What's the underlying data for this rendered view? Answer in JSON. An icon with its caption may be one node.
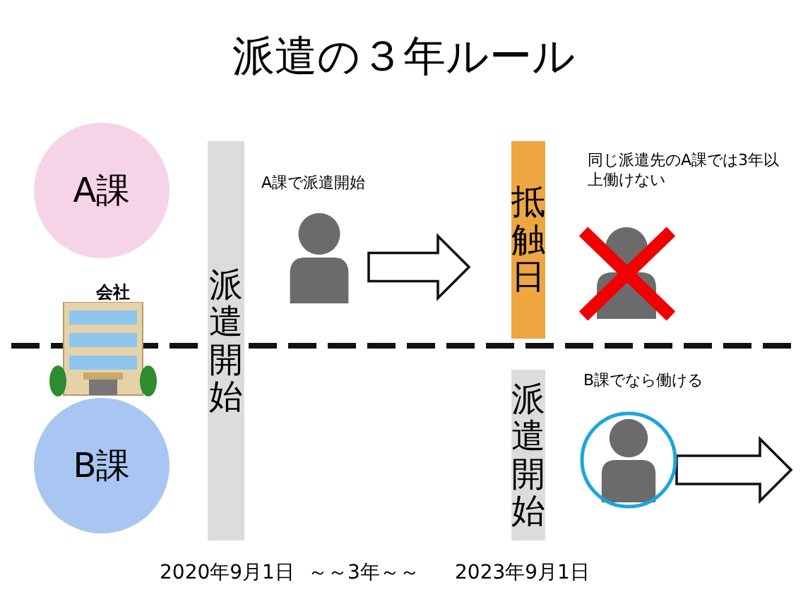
{
  "diagram": {
    "title": "派遣の３年ルール",
    "nodes": [
      {
        "text": [
          "A課"
        ]
      },
      {
        "text": [
          "B課"
        ]
      },
      {
        "text": [
          "派遣開始"
        ]
      },
      {
        "text": [],
        "shape": "person",
        "beside": [
          "A課で派遣開始"
        ]
      },
      {
        "text": [
          "抵触日"
        ]
      },
      {
        "text": [],
        "shape": "person",
        "beside": [
          "同じ派遣先のA課では3年以上働けない"
        ]
      },
      {
        "text": [
          "派遣開始"
        ]
      },
      {
        "text": [],
        "shape": "person",
        "beside": [
          "B課でなら働ける"
        ]
      }
    ],
    "edges": [
      {
        "from": 3,
        "to": 4,
        "arrow": "to"
      },
      {
        "from": 7,
        "to": null,
        "arrow": "to"
      }
    ],
    "labels": [
      "会社",
      "2020年9月1日",
      "～～3年～～",
      "2023年9月1日"
    ]
  }
}
